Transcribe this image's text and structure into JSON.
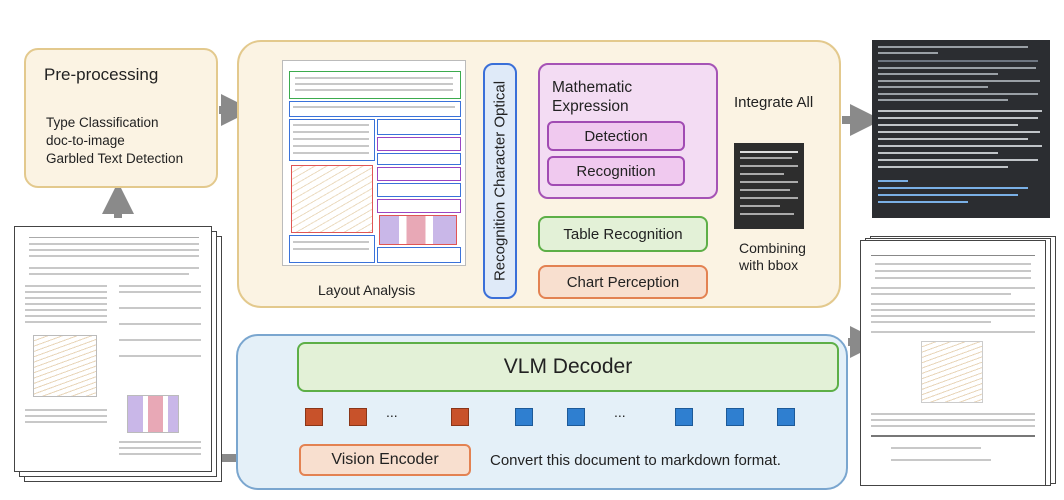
{
  "preprocessing": {
    "title": "Pre-processing",
    "items": [
      "Type Classification",
      "doc-to-image",
      "Garbled Text Detection"
    ]
  },
  "layout_analysis": {
    "label": "Layout Analysis"
  },
  "ocr": {
    "label": "Recognition Character Optical"
  },
  "math": {
    "title_line1": "Mathematic",
    "title_line2": "Expression",
    "detection": "Detection",
    "recognition": "Recognition"
  },
  "table_recognition": "Table Recognition",
  "chart_perception": "Chart Perception",
  "integrate": {
    "label": "Integrate All"
  },
  "combining": {
    "line1": "Combining",
    "line2": "with bbox"
  },
  "vlm": {
    "decoder": "VLM Decoder",
    "encoder": "Vision Encoder",
    "prompt": "Convert this document to markdown format.",
    "ellipsis": "...",
    "token_colors": {
      "orange": "#c8522a",
      "blue": "#2f7fd0"
    }
  },
  "colors": {
    "preprocess_fill": "#fbf3e3",
    "preprocess_border": "#e3c98d",
    "vlm_panel": "#e4f0f8",
    "arrow": "#8a8a8a"
  }
}
